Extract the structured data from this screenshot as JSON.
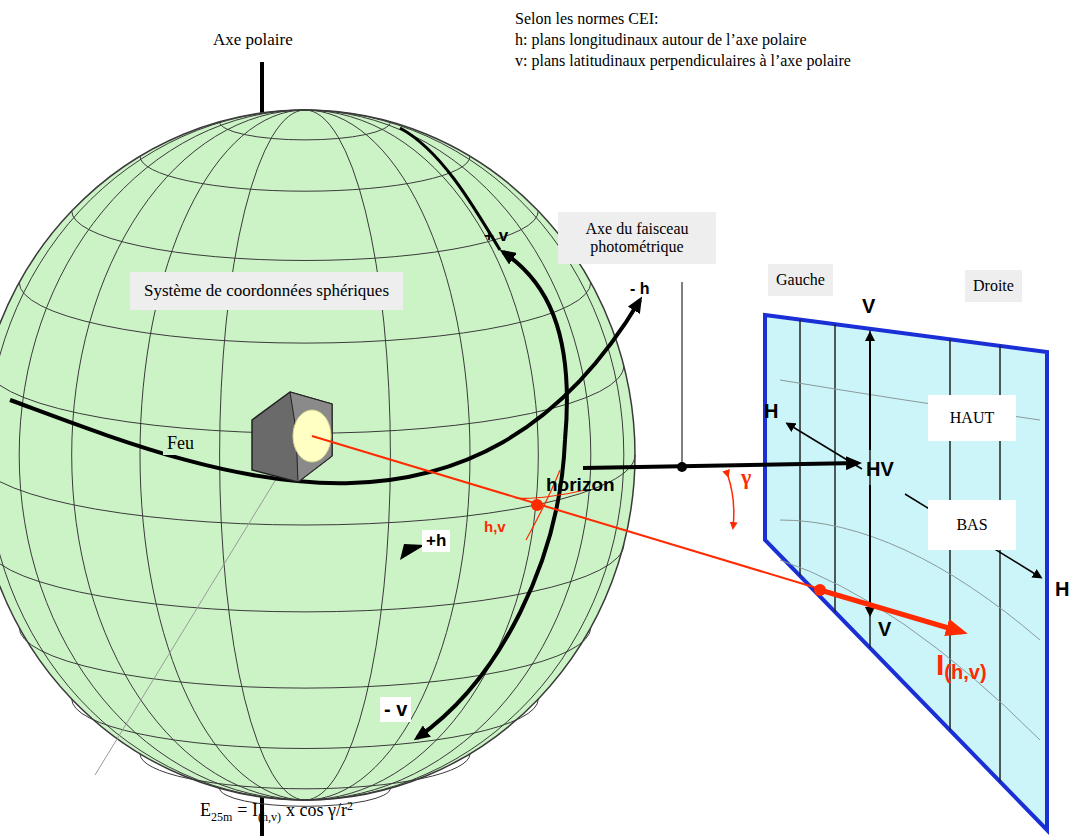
{
  "diagram": {
    "nodes": [
      {
        "text": [
          "Système de coordonnées sphériques"
        ]
      },
      {
        "text": [
          "Axe du faisceau photométrique"
        ]
      },
      {
        "text": [
          "Gauche"
        ]
      },
      {
        "text": [
          "Droite"
        ]
      },
      {
        "text": [
          "HAUT"
        ]
      },
      {
        "text": [
          "BAS"
        ]
      }
    ],
    "labels": [
      "Axe polaire",
      "Selon les normes CEI:",
      "h: plans longitudinaux autour de l’axe polaire",
      "v: plans latitudinaux perpendiculaires à l’axe polaire",
      "+ v",
      "- h",
      "Feu",
      "+h",
      "h,v",
      "horizon",
      "γ",
      "- v",
      "V",
      "H",
      "HV",
      "H",
      "V",
      "I",
      "(h,v)",
      "E",
      "25m",
      "= I",
      "(h,v)",
      "x cos γ/r",
      "2"
    ]
  }
}
